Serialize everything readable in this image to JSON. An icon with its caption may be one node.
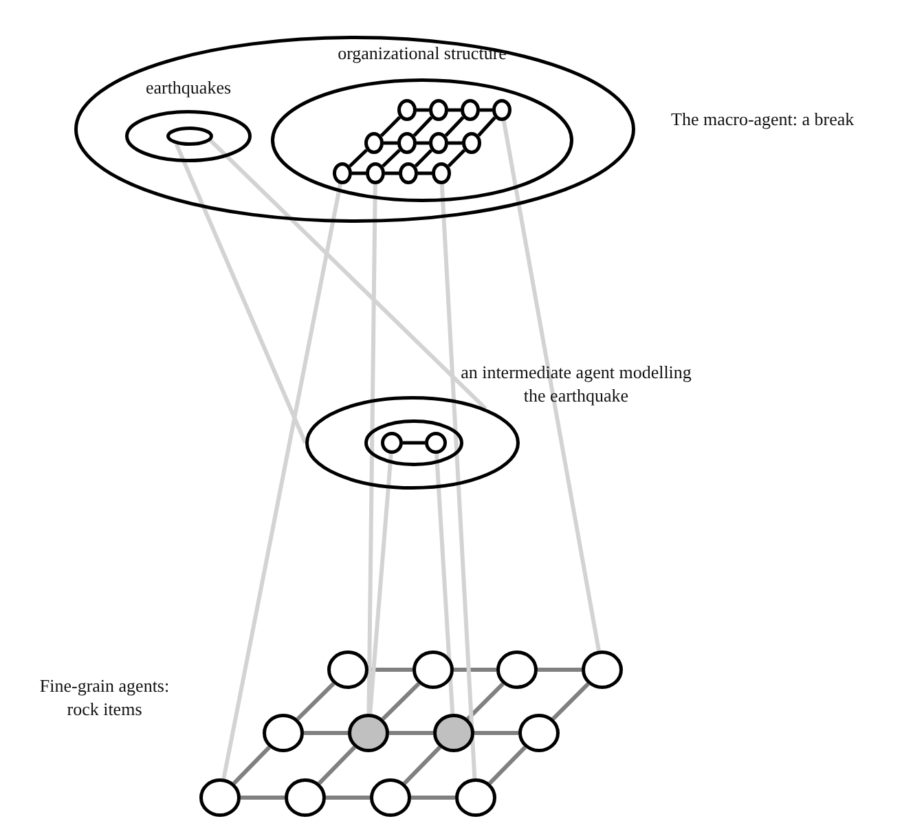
{
  "diagram": {
    "nodes": [
      {
        "text": [],
        "shape": "ellipse",
        "beside": [
          "The macro-agent: a break"
        ]
      },
      {
        "text": [
          "earthquakes"
        ],
        "in": 0
      },
      {
        "text": [],
        "shape": "ellipse",
        "in": 1
      },
      {
        "text": [
          "organizational structure"
        ],
        "in": 0
      },
      {
        "text": [],
        "shape": "circle",
        "in": 3
      },
      {
        "text": [],
        "shape": "circle",
        "in": 3
      },
      {
        "text": [],
        "shape": "circle",
        "in": 3
      },
      {
        "text": [],
        "shape": "circle",
        "in": 3
      },
      {
        "text": [],
        "shape": "circle",
        "in": 3
      },
      {
        "text": [],
        "shape": "circle",
        "in": 3
      },
      {
        "text": [],
        "shape": "circle",
        "in": 3
      },
      {
        "text": [],
        "shape": "circle",
        "in": 3
      },
      {
        "text": [],
        "shape": "circle",
        "in": 3
      },
      {
        "text": [],
        "shape": "circle",
        "in": 3
      },
      {
        "text": [],
        "shape": "circle",
        "in": 3
      },
      {
        "text": [],
        "shape": "circle",
        "in": 3
      },
      {
        "text": [],
        "shape": "ellipse",
        "beside": [
          "an intermediate agent modelling the earthquake"
        ]
      },
      {
        "text": [],
        "shape": "ellipse",
        "in": 16
      },
      {
        "text": [],
        "shape": "circle",
        "in": 17
      },
      {
        "text": [],
        "shape": "circle",
        "in": 17
      },
      {
        "text": [],
        "shape": "circle"
      },
      {
        "text": [],
        "shape": "circle"
      },
      {
        "text": [],
        "shape": "circle"
      },
      {
        "text": [],
        "shape": "circle"
      },
      {
        "text": [],
        "shape": "circle"
      },
      {
        "text": [],
        "shape": "disc"
      },
      {
        "text": [],
        "shape": "disc"
      },
      {
        "text": [],
        "shape": "circle"
      },
      {
        "text": [],
        "shape": "circle"
      },
      {
        "text": [],
        "shape": "circle"
      },
      {
        "text": [],
        "shape": "circle"
      },
      {
        "text": [],
        "shape": "circle"
      }
    ],
    "edges": [
      {
        "from": 4,
        "to": 5,
        "arrow": "none"
      },
      {
        "from": 5,
        "to": 6,
        "arrow": "none"
      },
      {
        "from": 6,
        "to": 7,
        "arrow": "none"
      },
      {
        "from": 8,
        "to": 9,
        "arrow": "none"
      },
      {
        "from": 9,
        "to": 10,
        "arrow": "none"
      },
      {
        "from": 10,
        "to": 11,
        "arrow": "none"
      },
      {
        "from": 12,
        "to": 13,
        "arrow": "none"
      },
      {
        "from": 13,
        "to": 14,
        "arrow": "none"
      },
      {
        "from": 14,
        "to": 15,
        "arrow": "none"
      },
      {
        "from": 12,
        "to": 8,
        "arrow": "none"
      },
      {
        "from": 13,
        "to": 9,
        "arrow": "none"
      },
      {
        "from": 14,
        "to": 10,
        "arrow": "none"
      },
      {
        "from": 15,
        "to": 11,
        "arrow": "none"
      },
      {
        "from": 8,
        "to": 4,
        "arrow": "none"
      },
      {
        "from": 9,
        "to": 5,
        "arrow": "none"
      },
      {
        "from": 10,
        "to": 6,
        "arrow": "none"
      },
      {
        "from": 11,
        "to": 7,
        "arrow": "none"
      },
      {
        "from": 18,
        "to": 19,
        "arrow": "none"
      },
      {
        "from": 20,
        "to": 21,
        "arrow": "none",
        "color": "#808080"
      },
      {
        "from": 21,
        "to": 22,
        "arrow": "none",
        "color": "#808080"
      },
      {
        "from": 22,
        "to": 23,
        "arrow": "none",
        "color": "#808080"
      },
      {
        "from": 24,
        "to": 25,
        "arrow": "none",
        "color": "#808080"
      },
      {
        "from": 25,
        "to": 26,
        "arrow": "none",
        "color": "#808080"
      },
      {
        "from": 26,
        "to": 27,
        "arrow": "none",
        "color": "#808080"
      },
      {
        "from": 28,
        "to": 29,
        "arrow": "none",
        "color": "#808080"
      },
      {
        "from": 29,
        "to": 30,
        "arrow": "none",
        "color": "#808080"
      },
      {
        "from": 30,
        "to": 31,
        "arrow": "none",
        "color": "#808080"
      },
      {
        "from": 28,
        "to": 24,
        "arrow": "none",
        "color": "#808080"
      },
      {
        "from": 29,
        "to": 25,
        "arrow": "none",
        "color": "#808080"
      },
      {
        "from": 30,
        "to": 26,
        "arrow": "none",
        "color": "#808080"
      },
      {
        "from": 31,
        "to": 27,
        "arrow": "none",
        "color": "#808080"
      },
      {
        "from": 24,
        "to": 20,
        "arrow": "none",
        "color": "#808080"
      },
      {
        "from": 25,
        "to": 21,
        "arrow": "none",
        "color": "#808080"
      },
      {
        "from": 26,
        "to": 22,
        "arrow": "none",
        "color": "#808080"
      },
      {
        "from": 27,
        "to": 23,
        "arrow": "none",
        "color": "#808080"
      },
      {
        "from": 2,
        "to": 16,
        "arrow": "none",
        "color": "#d3d3d3"
      },
      {
        "from": 2,
        "to": 16,
        "arrow": "none",
        "color": "#d3d3d3"
      },
      {
        "from": 12,
        "to": 28,
        "arrow": "none",
        "color": "#d3d3d3"
      },
      {
        "from": 13,
        "to": 25,
        "arrow": "none",
        "color": "#d3d3d3"
      },
      {
        "from": 15,
        "to": 31,
        "arrow": "none",
        "color": "#d3d3d3"
      },
      {
        "from": 7,
        "to": 23,
        "arrow": "none",
        "color": "#d3d3d3"
      },
      {
        "from": 18,
        "to": 25,
        "arrow": "none",
        "color": "#d3d3d3"
      },
      {
        "from": 19,
        "to": 26,
        "arrow": "none",
        "color": "#d3d3d3"
      }
    ],
    "labels": [
      "Fine-grain agents: rock items"
    ]
  }
}
